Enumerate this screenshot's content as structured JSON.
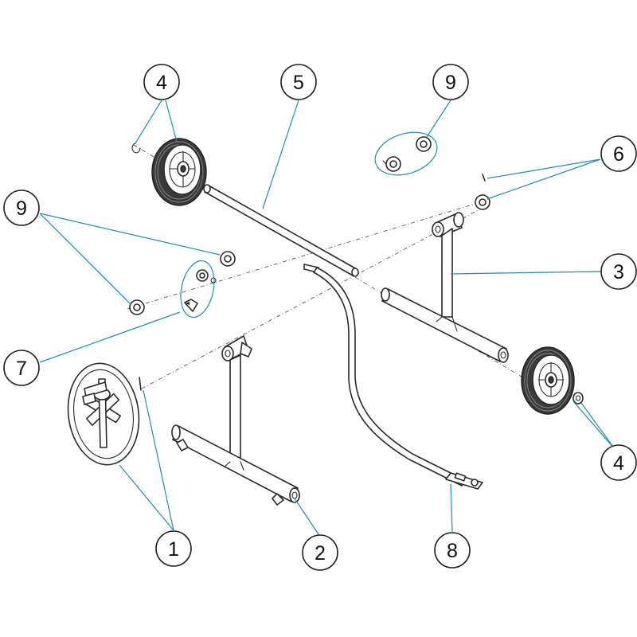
{
  "colors": {
    "leader": "#1a8fb8",
    "outline": "#2a2a2a",
    "tire": "#3a3a3a",
    "background": "#ffffff"
  },
  "callouts": [
    {
      "id": "c4a",
      "label": "4",
      "name": "callout-4-left-wheel"
    },
    {
      "id": "c5",
      "label": "5",
      "name": "callout-5-axle"
    },
    {
      "id": "c9a",
      "label": "9",
      "name": "callout-9-top-bushings"
    },
    {
      "id": "c6",
      "label": "6",
      "name": "callout-6-pin"
    },
    {
      "id": "c9b",
      "label": "9",
      "name": "callout-9-left-bushings"
    },
    {
      "id": "c3",
      "label": "3",
      "name": "callout-3-right-stand"
    },
    {
      "id": "c7",
      "label": "7",
      "name": "callout-7-knob"
    },
    {
      "id": "c4b",
      "label": "4",
      "name": "callout-4-right-wheel"
    },
    {
      "id": "c1",
      "label": "1",
      "name": "callout-1-reel-flange"
    },
    {
      "id": "c2",
      "label": "2",
      "name": "callout-2-left-stand"
    },
    {
      "id": "c8",
      "label": "8",
      "name": "callout-8-handle"
    }
  ]
}
